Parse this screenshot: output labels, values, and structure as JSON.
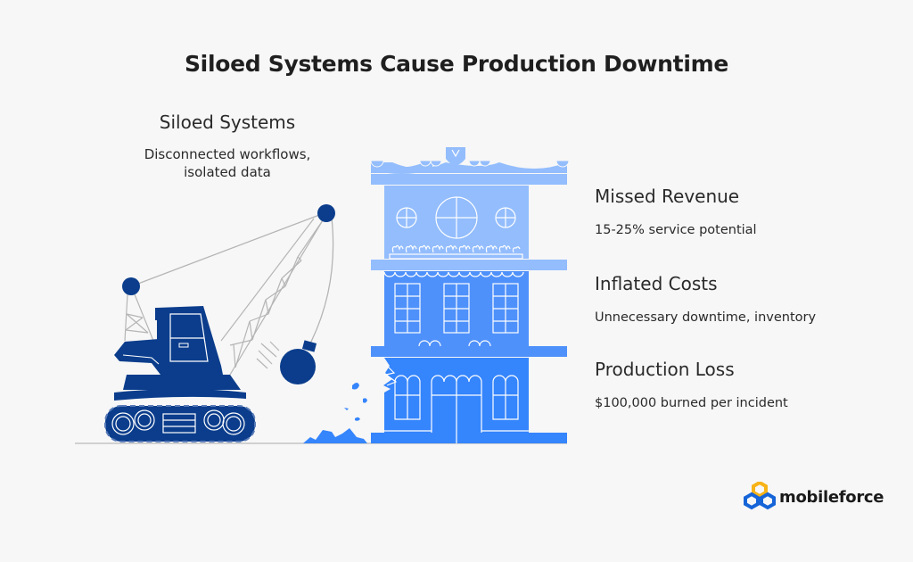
{
  "title": "Siloed Systems Cause Production Downtime",
  "left": {
    "heading": "Siloed Systems",
    "description_line1": "Disconnected workflows,",
    "description_line2": "isolated data"
  },
  "right_items": [
    {
      "heading": "Missed Revenue",
      "description": "15-25% service potential"
    },
    {
      "heading": "Inflated Costs",
      "description": "Unnecessary downtime, inventory"
    },
    {
      "heading": "Production Loss",
      "description": "$100,000 burned per incident"
    }
  ],
  "illustration": {
    "crane_icon": "wrecking-ball-crane",
    "building_icon": "damaged-building",
    "colors": {
      "crane": "#0b3d8c",
      "building_top": "#93bdfd",
      "building_mid": "#4f91fb",
      "building_bottom": "#3585fc",
      "cable": "#b5b5b5"
    }
  },
  "logo": {
    "icon": "mobileforce-hex-logo",
    "text": "mobileforce",
    "colors": {
      "blue": "#1564d8",
      "yellow": "#f7b318"
    }
  }
}
